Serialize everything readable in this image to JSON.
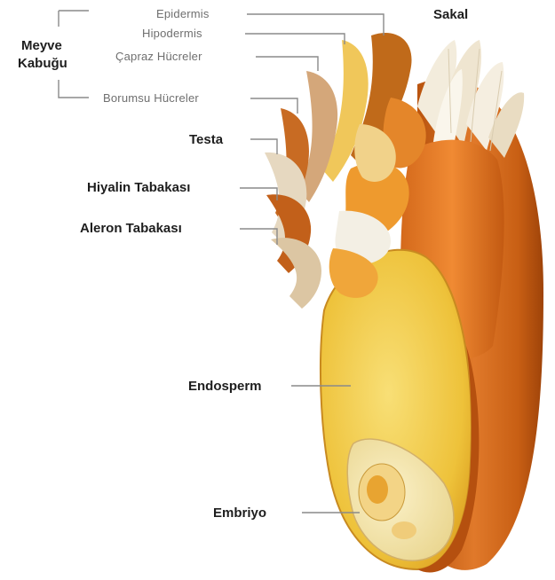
{
  "diagram": {
    "labels": {
      "epidermis": "Epidermis",
      "hipodermis": "Hipodermis",
      "capraz": "Çapraz Hücreler",
      "borumsu": "Borumsu Hücreler",
      "meyve_kabugu_line1": "Meyve",
      "meyve_kabugu_line2": "Kabuğu",
      "sakal": "Sakal",
      "testa": "Testa",
      "hiyalin": "Hiyalin Tabakası",
      "aleron": "Aleron Tabakası",
      "endosperm": "Endosperm",
      "embriyo": "Embriyo"
    },
    "colors": {
      "label_bold": "#1e1e1e",
      "label_thin": "#6f6f6f",
      "leader": "#8a8a8a",
      "husk_dark": "#c45f12",
      "husk_mid": "#e07a22",
      "endosperm": "#f2cc4a",
      "embryo": "#f5e7b0",
      "beard": "#f4efe2"
    }
  }
}
